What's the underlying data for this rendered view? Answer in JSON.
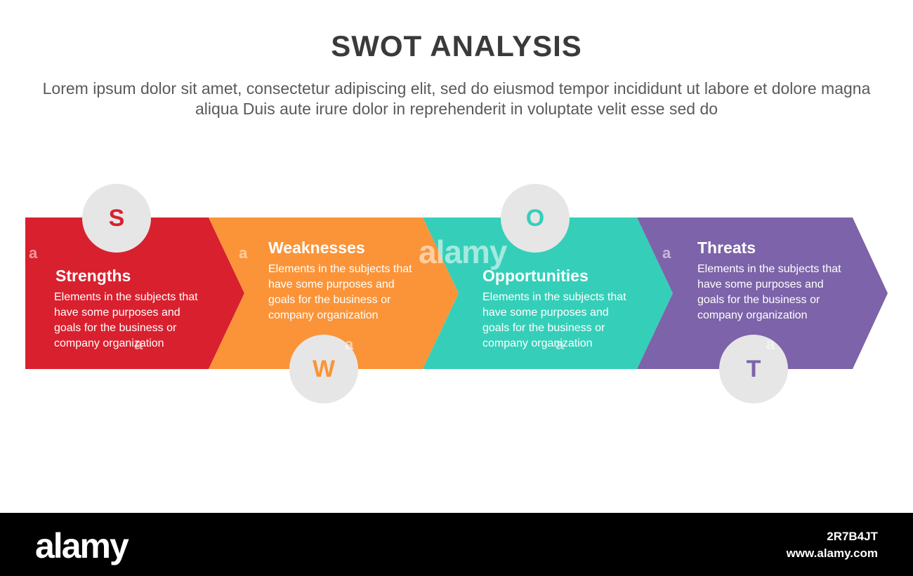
{
  "title": "SWOT ANALYSIS",
  "subtitle": "Lorem ipsum dolor sit amet, consectetur adipiscing elit, sed do eiusmod tempor incididunt ut labore et dolore magna aliqua Duis aute irure dolor in reprehenderit in voluptate velit esse sed do",
  "segments": [
    {
      "letter": "S",
      "title": "Strengths",
      "desc": "Elements in the subjects that have some purposes and goals for the  business or company organization",
      "color": "#d9202e"
    },
    {
      "letter": "W",
      "title": "Weaknesses",
      "desc": "Elements in the subjects that have some purposes and goals for the  business or company organization",
      "color": "#fb9438"
    },
    {
      "letter": "O",
      "title": "Opportunities",
      "desc": "Elements in the subjects that have some purposes and goals for the  business or company organization",
      "color": "#35cfb9"
    },
    {
      "letter": "T",
      "title": "Threats",
      "desc": "Elements in the subjects that have some purposes and goals for the  business or company organization",
      "color": "#7d63a9"
    }
  ],
  "watermark": {
    "brand": "alamy",
    "letter": "a",
    "image_id": "2R7B4JT",
    "url": "www.alamy.com"
  }
}
